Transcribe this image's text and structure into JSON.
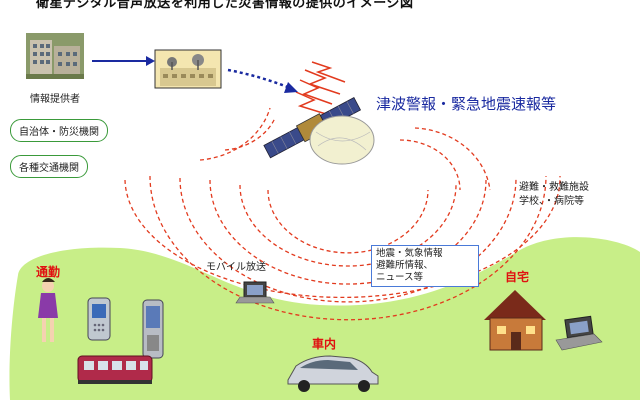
{
  "title": "衛星デジタル音声放送を利用した災害情報の提供のイメージ図",
  "provider": {
    "label": "情報提供者",
    "items": [
      "自治体・防災機関",
      "各種交通機関"
    ]
  },
  "satellite_message": "津波警報・緊急地震速報等",
  "evacuation": {
    "line1": "避難・救難施設",
    "line2": "学校、・病院等"
  },
  "info_box": {
    "line1": "地震・気象情報",
    "line2": "避難所情報、",
    "line3": "ニュース等"
  },
  "mobile_broadcast": "モバイル放送",
  "locations": {
    "commute": "通勤",
    "car": "車内",
    "home": "自宅"
  },
  "colors": {
    "ground": "#c8ee88",
    "waves": "#e23a1e",
    "arrow": "#1a2aa0",
    "accent_red": "#e01010"
  }
}
